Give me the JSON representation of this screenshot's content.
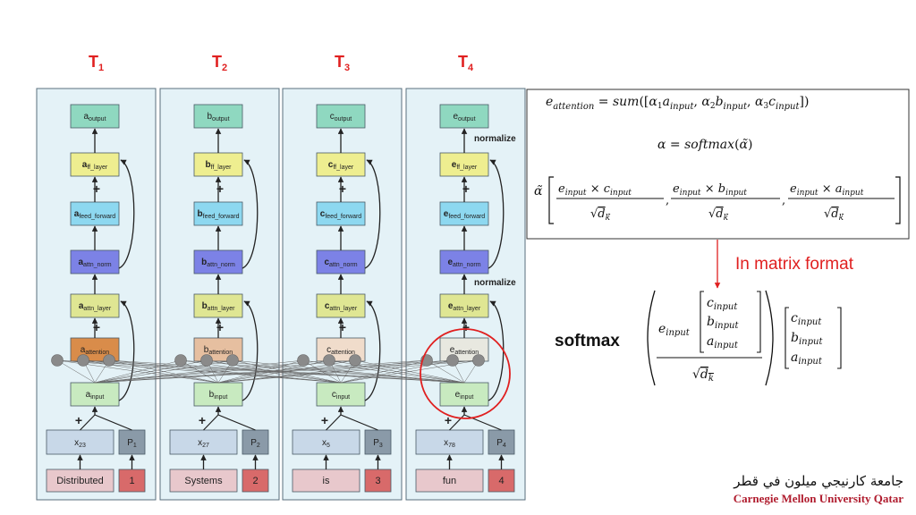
{
  "columns": [
    {
      "title": "T",
      "title_sub": "1",
      "letter": "a",
      "attention_color": "#d98c4a",
      "x_label": "x",
      "x_sub": "23",
      "p_label": "P",
      "p_sub": "1",
      "word": "Distributed",
      "index": "1"
    },
    {
      "title": "T",
      "title_sub": "2",
      "letter": "b",
      "attention_color": "#e6bfa0",
      "x_label": "x",
      "x_sub": "27",
      "p_label": "P",
      "p_sub": "2",
      "word": "Systems",
      "index": "2"
    },
    {
      "title": "T",
      "title_sub": "3",
      "letter": "c",
      "attention_color": "#f0dccb",
      "x_label": "x",
      "x_sub": "5",
      "p_label": "P",
      "p_sub": "3",
      "word": "is",
      "index": "3"
    },
    {
      "title": "T",
      "title_sub": "4",
      "letter": "e",
      "attention_color": "#e8e8e0",
      "x_label": "x",
      "x_sub": "78",
      "p_label": "P",
      "p_sub": "4",
      "word": "fun",
      "index": "4"
    }
  ],
  "layers": {
    "output": "output",
    "ff_layer": "ff_layer",
    "feed_forward": "feed_forward",
    "attn_norm": "attn_norm",
    "attn_layer": "attn_layer",
    "attention": "attention",
    "input": "input"
  },
  "plus": "+",
  "normalize_top": "normalize",
  "normalize_bottom": "normalize",
  "equations": {
    "attention": "e_attention = sum([α₁a_input, α₂b_input, α₃c_input])",
    "alpha": "α = softmax(α̃)",
    "alpha_tilde": "α̃ [ e_input × c_input / √d_k , e_input × b_input / √d_k , e_input × a_input / √d_k ]"
  },
  "matrix_format_label": "In matrix format",
  "softmax_label": "softmax",
  "softmax_expr": "softmax( e_input [c_input; b_input; a_input] / √d_k ) [c_input; b_input; a_input]",
  "logo": {
    "arabic": "جامعة كارنيجي ميلون في قطر",
    "english": "Carnegie Mellon University Qatar"
  },
  "colors": {
    "panel_bg": "#e4f2f7",
    "panel_border": "#5a6f7d",
    "output": "#8fd8c0",
    "ff": "#eeee90",
    "feed_forward": "#8dd8f0",
    "attn_norm": "#7c82e6",
    "attn_layer": "#dfe693",
    "input": "#c8eac0",
    "x_box": "#c8d8e8",
    "p_box": "#8a9aa8",
    "word_box": "#e8c8cc",
    "index_box": "#d86a6a",
    "title_red": "#e02020",
    "circle_red": "#e02020",
    "node_gray": "#8a8a8a"
  }
}
